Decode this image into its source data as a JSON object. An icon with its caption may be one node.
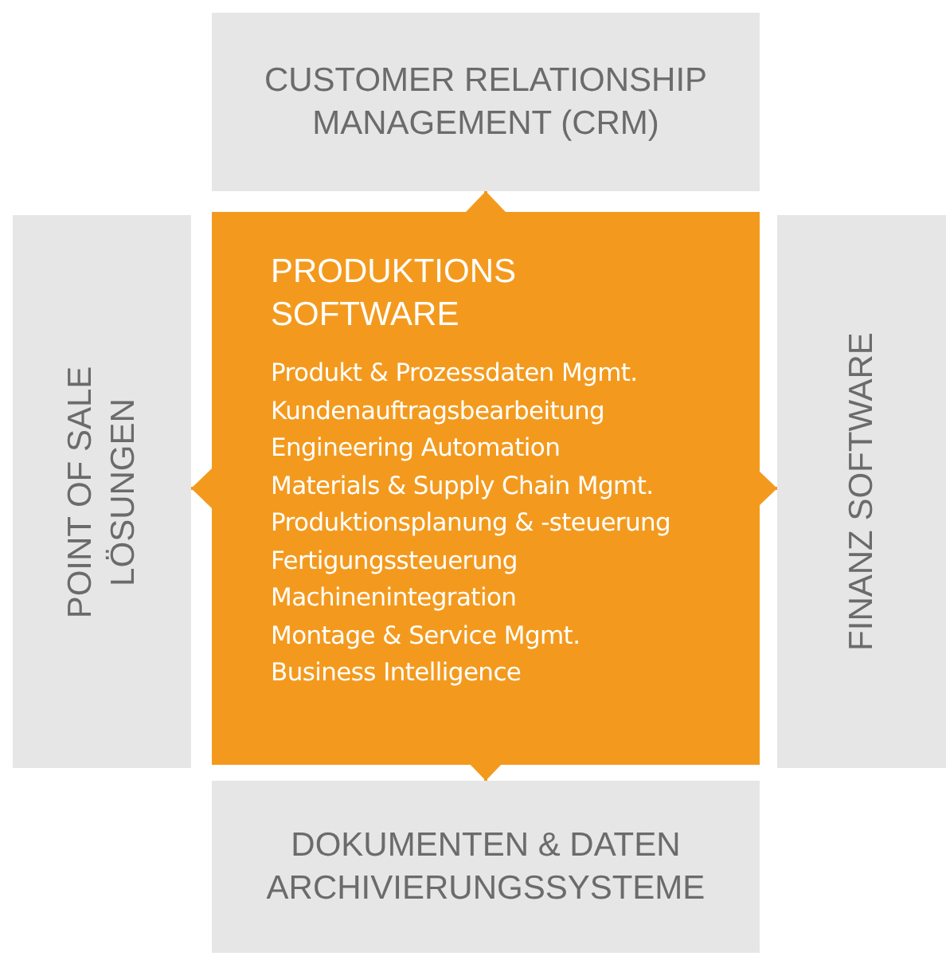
{
  "diagram": {
    "nodes": [
      {
        "text": [
          "PRODUKTIONS SOFTWARE",
          "Produkt & Prozessdaten Mgmt.",
          "Kundenauftragsbearbeitung",
          "Engineering Automation",
          "Materials & Supply Chain Mgmt.",
          "Produktionsplanung & -steuerung",
          "Fertigungssteuerung",
          "Machinenintegration",
          "Montage & Service Mgmt.",
          "Business Intelligence"
        ]
      },
      {
        "text": [
          "CUSTOMER RELATIONSHIP MANAGEMENT (CRM)"
        ]
      },
      {
        "text": [
          "POINT OF SALE LÖSUNGEN"
        ]
      },
      {
        "text": [
          "FINANZ SOFTWARE"
        ]
      },
      {
        "text": [
          "DOKUMENTEN & DATEN ARCHIVIERUNGSSYSTEME"
        ]
      }
    ],
    "edges": [
      {
        "from": 0,
        "to": 1,
        "arrow": "to"
      },
      {
        "from": 0,
        "to": 2,
        "arrow": "to"
      },
      {
        "from": 0,
        "to": 3,
        "arrow": "to"
      },
      {
        "from": 0,
        "to": 4,
        "arrow": "to"
      }
    ]
  }
}
